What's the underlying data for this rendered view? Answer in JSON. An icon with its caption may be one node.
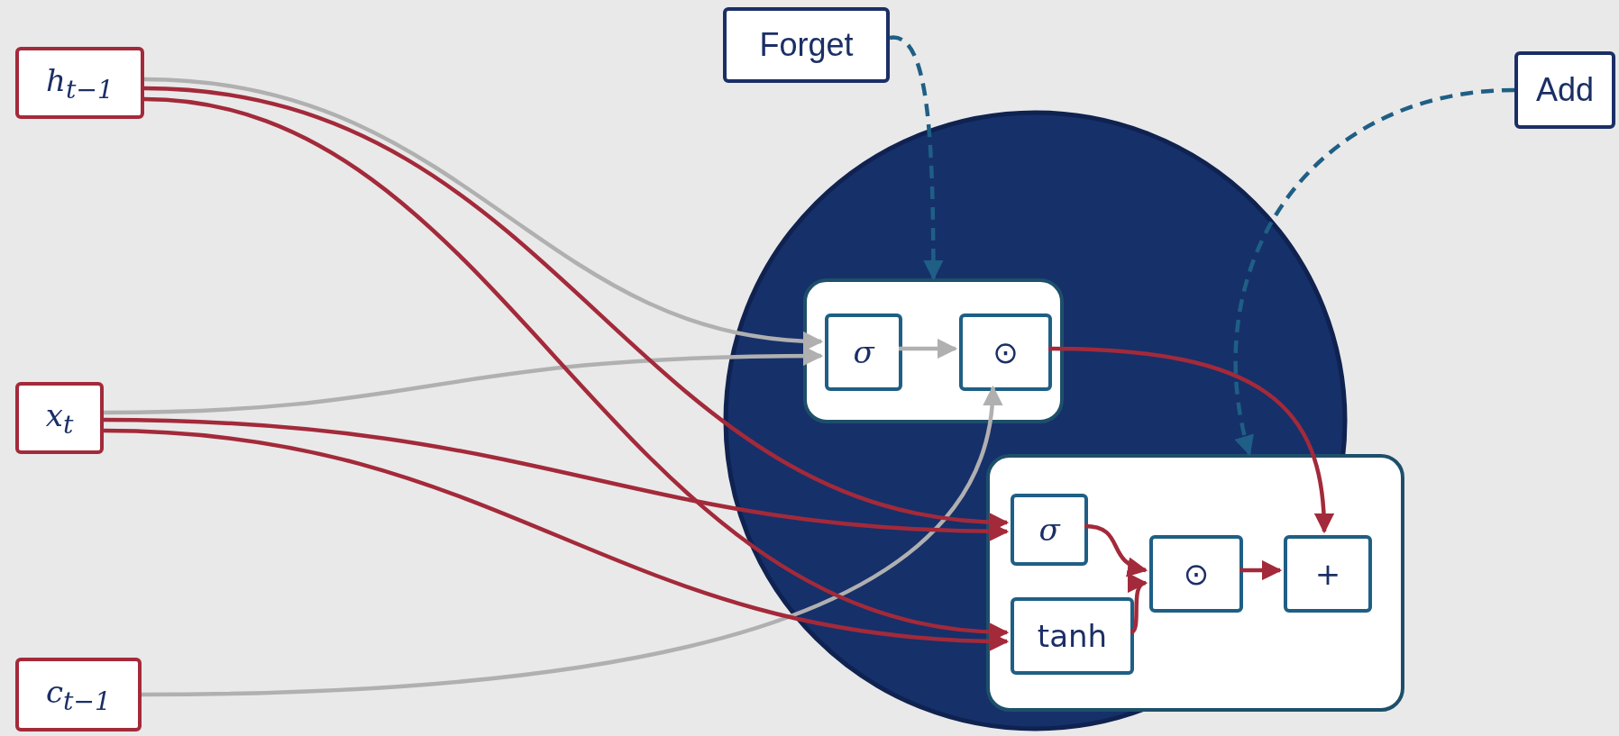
{
  "diagram": {
    "nodes": [
      {
        "text": [
          "h$_{t−1}$"
        ]
      },
      {
        "text": [
          "x$_{t}$"
        ]
      },
      {
        "text": [
          "c$_{t−1}$"
        ]
      },
      {
        "text": [
          "Forget"
        ]
      },
      {
        "text": [
          "Add"
        ]
      },
      {
        "text": [],
        "shape": "circle"
      },
      {
        "text": [],
        "shape": "box",
        "in": 5
      },
      {
        "text": [
          "σ"
        ],
        "in": 6
      },
      {
        "text": [
          "⊙"
        ],
        "in": 6
      },
      {
        "text": [],
        "shape": "box"
      },
      {
        "text": [
          "σ"
        ],
        "in": 9
      },
      {
        "text": [
          "tanh"
        ],
        "in": 9
      },
      {
        "text": [
          "⊙"
        ],
        "in": 9
      },
      {
        "text": [
          "+"
        ],
        "in": 9
      }
    ],
    "edges": [
      {
        "from": 0,
        "to": 7,
        "arrow": "to",
        "color": "#b0b0b0"
      },
      {
        "from": 1,
        "to": 7,
        "arrow": "to",
        "color": "#b0b0b0"
      },
      {
        "from": 7,
        "to": 8,
        "arrow": "to",
        "color": "#b0b0b0"
      },
      {
        "from": 2,
        "to": 8,
        "arrow": "to",
        "color": "#b0b0b0"
      },
      {
        "from": 0,
        "to": 10,
        "arrow": "to"
      },
      {
        "from": 0,
        "to": 11,
        "arrow": "to"
      },
      {
        "from": 1,
        "to": 10,
        "arrow": "to"
      },
      {
        "from": 1,
        "to": 11,
        "arrow": "to"
      },
      {
        "from": 10,
        "to": 12,
        "arrow": "to"
      },
      {
        "from": 11,
        "to": 12,
        "arrow": "to"
      },
      {
        "from": 12,
        "to": 13,
        "arrow": "to"
      },
      {
        "from": 8,
        "to": 13,
        "arrow": "to"
      },
      {
        "from": 3,
        "to": 6,
        "arrow": "to",
        "style": "dashed",
        "color": "#1f5f85"
      },
      {
        "from": 4,
        "to": 9,
        "arrow": "to",
        "style": "dashed",
        "color": "#1f5f85"
      }
    ]
  }
}
